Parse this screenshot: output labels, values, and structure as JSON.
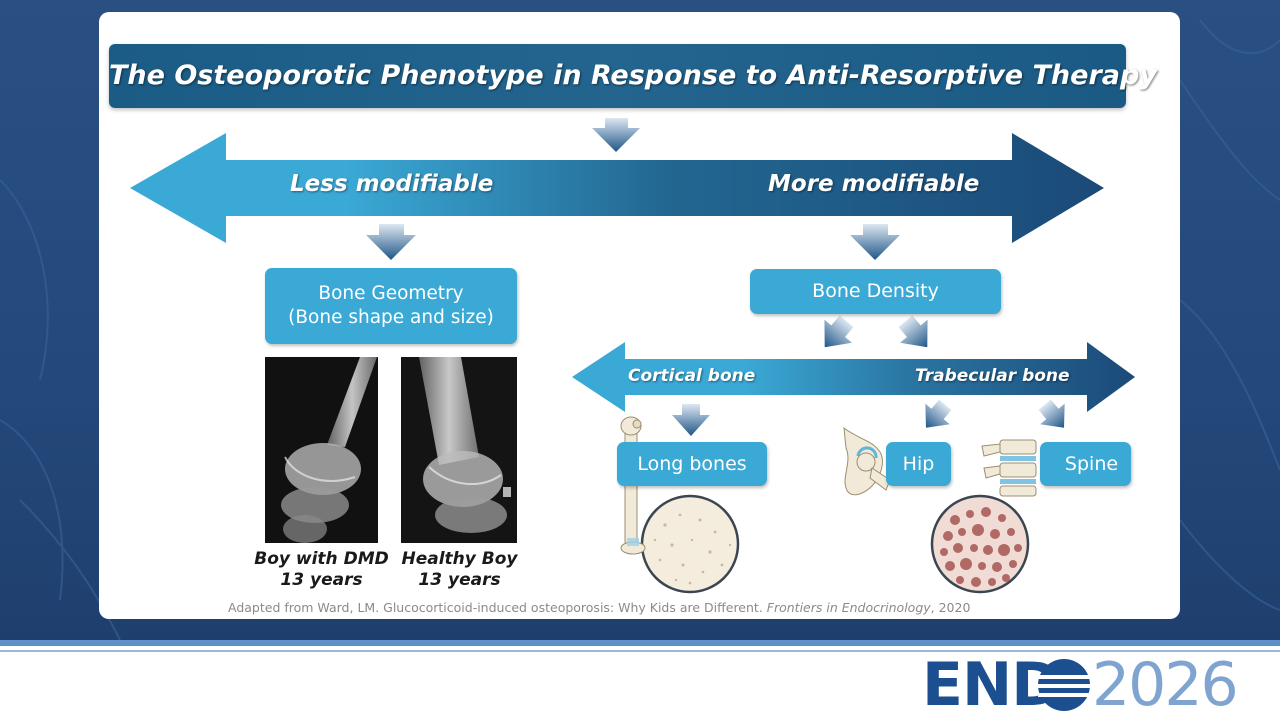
{
  "title": "The  Osteoporotic Phenotype in Response to Anti-Resorptive Therapy",
  "main_arrow": {
    "left_label": "Less modifiable",
    "right_label": "More modifiable"
  },
  "geometry_box": {
    "line1": "Bone Geometry",
    "line2": "(Bone shape and size)"
  },
  "density_box": {
    "label": "Bone Density"
  },
  "sub_arrow": {
    "left_label": "Cortical bone",
    "right_label": "Trabecular bone"
  },
  "bone_boxes": {
    "long": "Long bones",
    "hip": "Hip",
    "spine": "Spine"
  },
  "xrays": [
    {
      "caption_line1": "Boy with DMD",
      "caption_line2": "13 years"
    },
    {
      "caption_line1": "Healthy Boy",
      "caption_line2": "13 years"
    }
  ],
  "citation": {
    "text": "Adapted from Ward, LM. Glucocorticoid-induced osteoporosis: Why Kids are Different. ",
    "journal": "Frontiers in Endocrinology",
    "year": ", 2020"
  },
  "logo": {
    "brand": "END",
    "year": "2026"
  },
  "colors": {
    "box": "#3ba9d6",
    "title_bar": "#1b5c86",
    "arrow_dark": "#1b4a78",
    "arrow_light": "#3ba9d6",
    "logo_dark": "#1b4f8f"
  }
}
